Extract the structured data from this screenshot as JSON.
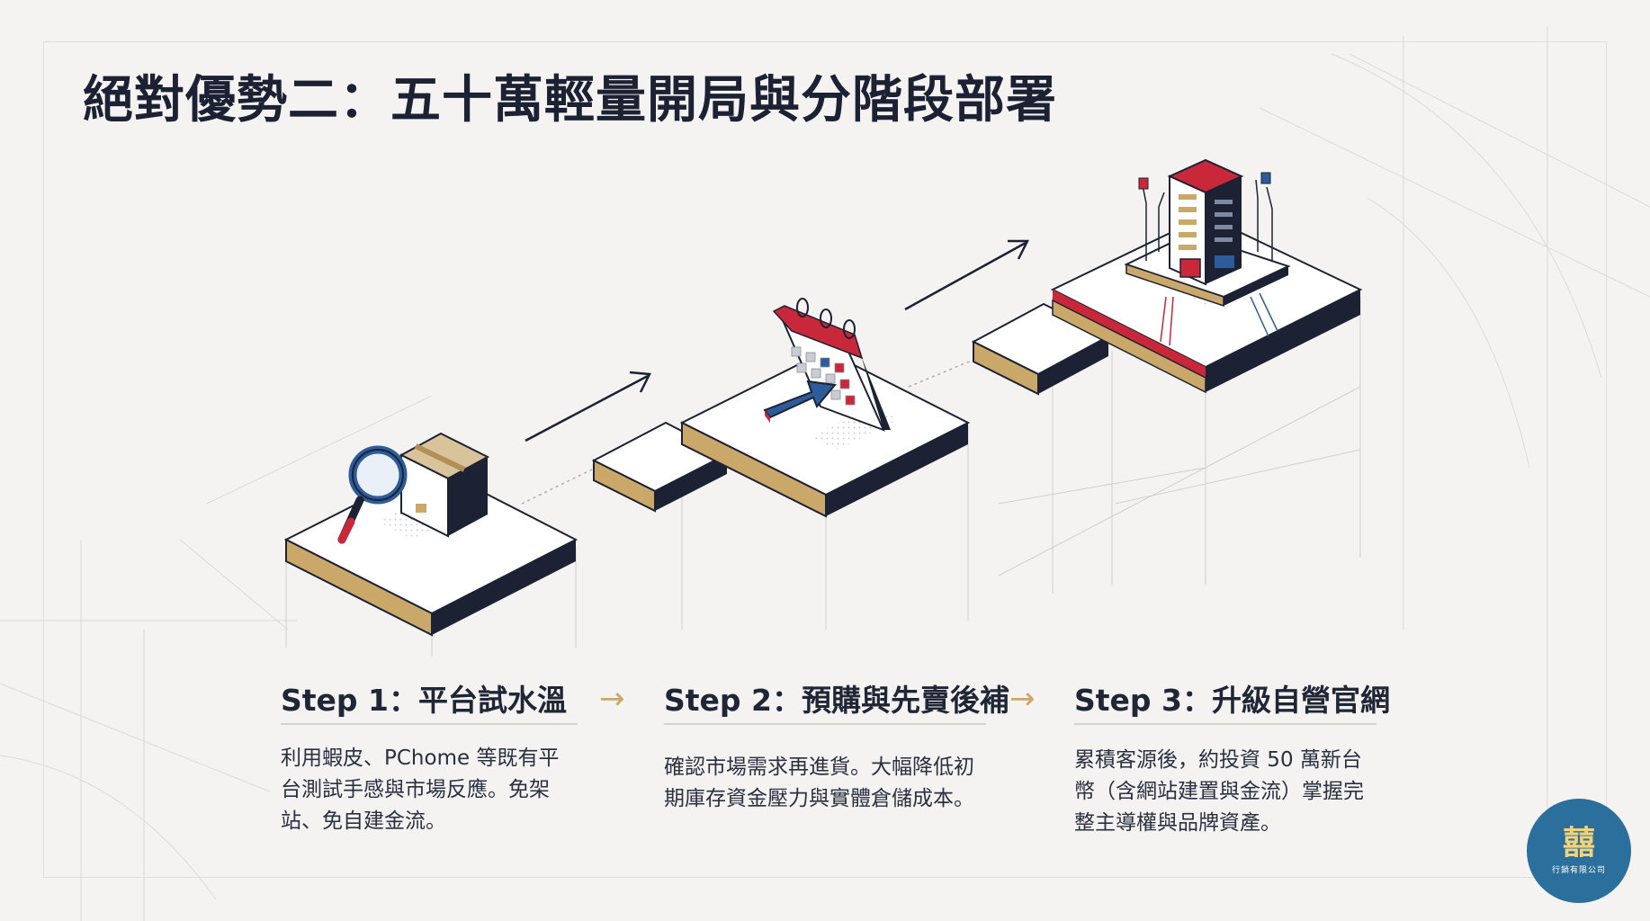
{
  "title": "絕對優勢二：五十萬輕量開局與分階段部署",
  "steps": [
    {
      "heading": "Step 1：平台試水溫",
      "lines": [
        "利用蝦皮、PChome 等既有平",
        "台測試手感與市場反應。免架",
        "站、免自建金流。"
      ]
    },
    {
      "heading": "Step 2：預購與先賣後補",
      "lines": [
        "確認市場需求再進貨。大幅降低初",
        "期庫存資金壓力與實體倉儲成本。"
      ]
    },
    {
      "heading": "Step 3：升級自營官網",
      "lines": [
        "累積客源後，約投資 50 萬新台",
        "幣（含網站建置與金流）掌握完",
        "整主導權與品牌資產。"
      ]
    }
  ],
  "step_arrow_glyph": "→",
  "logo": {
    "mark": "囍",
    "text": "行銷有限公司"
  },
  "icons": [
    "magnifier-box-icon",
    "calendar-cursor-icon",
    "office-building-icon"
  ],
  "colors": {
    "navy": "#1c2233",
    "gold": "#c9a86a",
    "red": "#c9283a",
    "blue": "#2d5c9a",
    "logo_bg": "#2b6f9c"
  }
}
